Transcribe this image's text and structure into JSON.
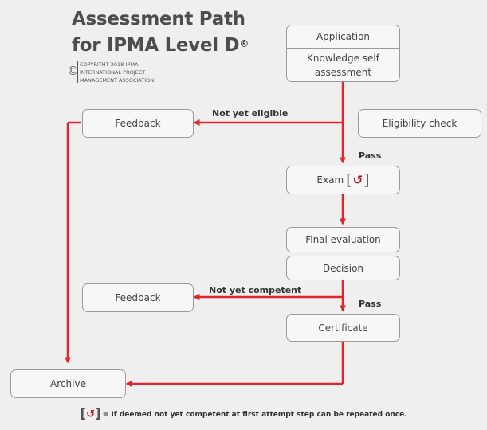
{
  "title": {
    "line1": "Assessment Path",
    "line2": "for IPMA Level D",
    "reg": "®"
  },
  "copyright": {
    "symbol": "©",
    "line1": "COPYRITHT 2018-IPMA",
    "line2": "INTERNATIONAL PROJECT",
    "line3": "MANAGEMENT ASSOCIATION"
  },
  "nodes": {
    "application": "Application",
    "knowledge": "Knowledge self assessment",
    "eligibility": "Eligibility check",
    "feedback1": "Feedback",
    "exam": "Exam",
    "final_evaluation": "Final evaluation",
    "decision": "Decision",
    "feedback2": "Feedback",
    "certificate": "Certificate",
    "archive": "Archive"
  },
  "edge_labels": {
    "not_eligible": "Not yet eligible",
    "pass1": "Pass",
    "not_competent": "Not yet competent",
    "pass2": "Pass"
  },
  "retake_symbol": {
    "open": "[",
    "icon": "↺",
    "close": "]"
  },
  "footer": "= If deemed not yet competent at first attempt step can be repeated once.",
  "colors": {
    "arrow": "#e1262b",
    "box_border": "#9a9a9a",
    "background": "#efefef"
  }
}
